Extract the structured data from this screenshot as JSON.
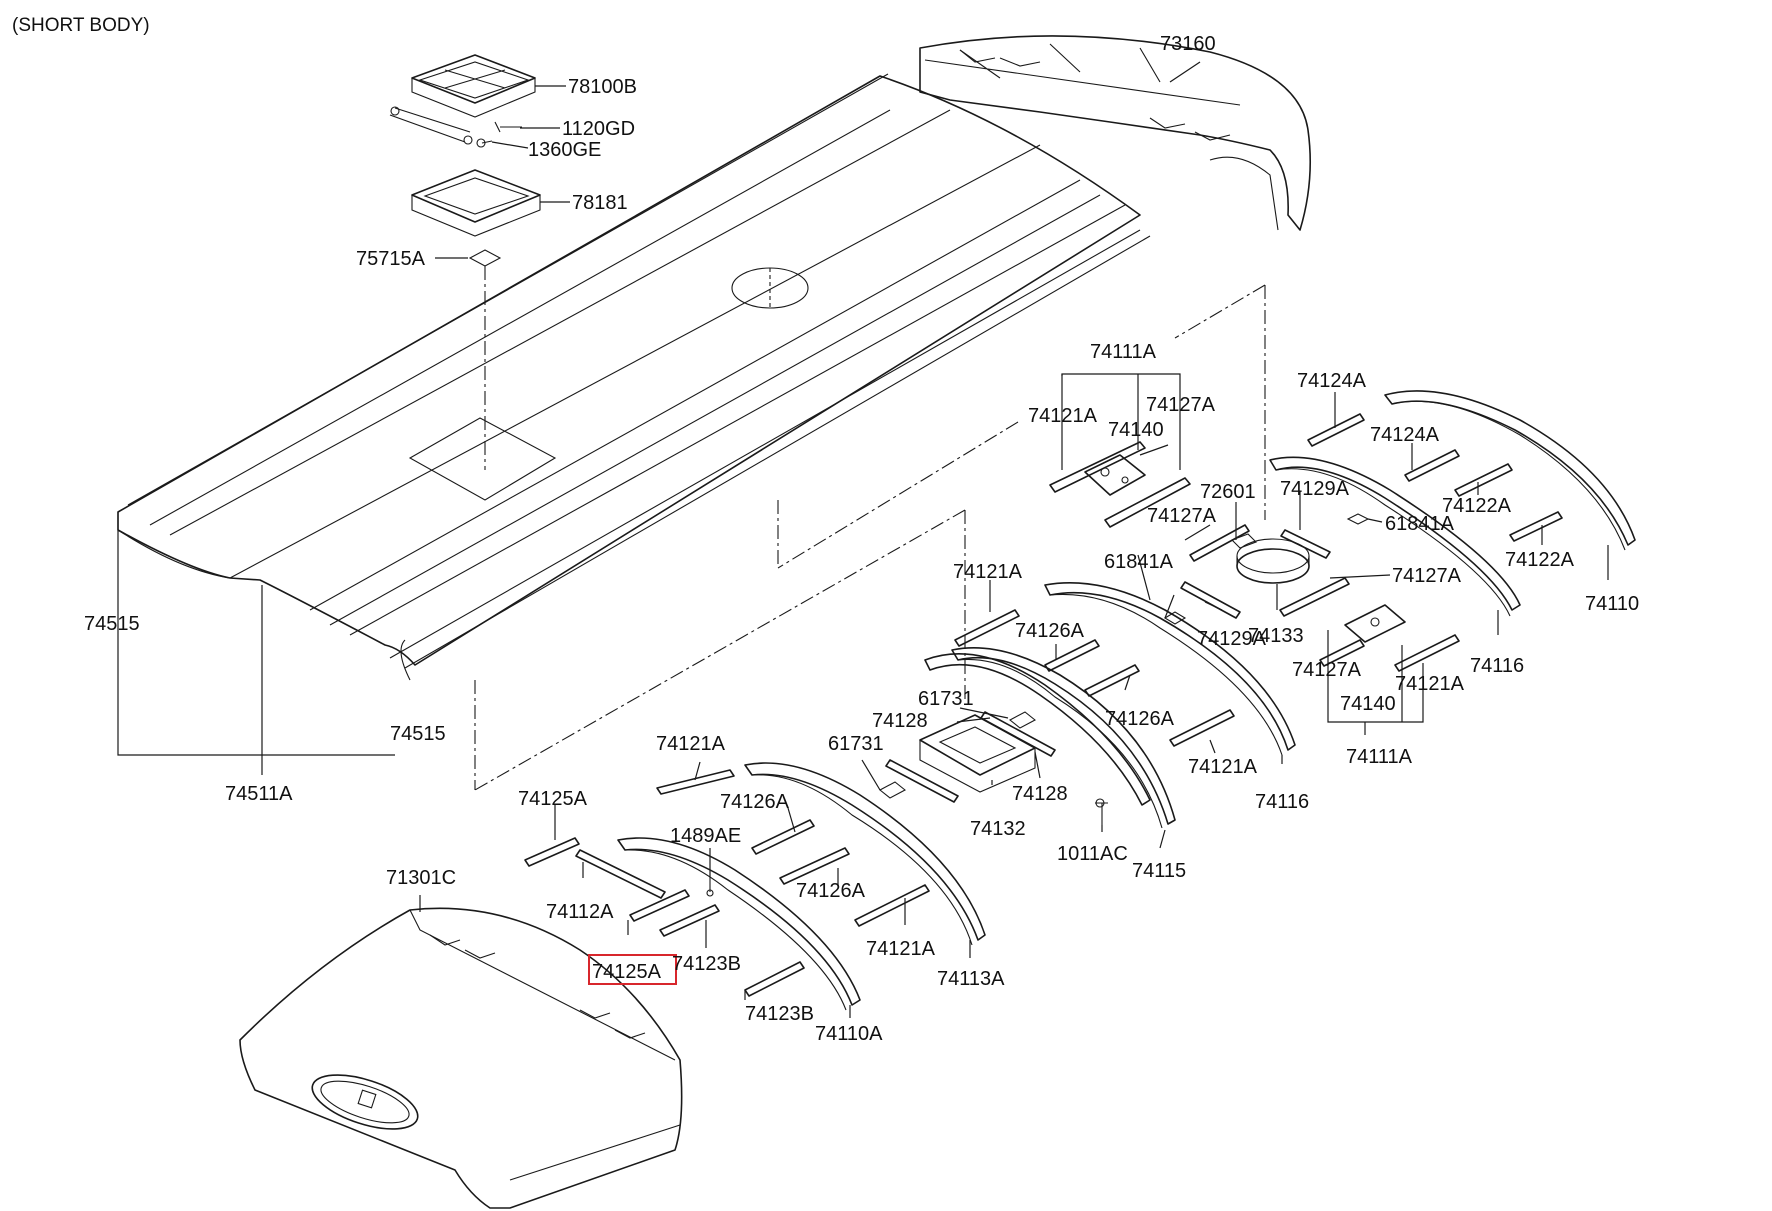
{
  "header": "(SHORT BODY)",
  "highlight_color": "#d8262c",
  "parts": {
    "p73160": "73160",
    "p78100B": "78100B",
    "p1120GD": "1120GD",
    "p1360GE": "1360GE",
    "p78181": "78181",
    "p75715A": "75715A",
    "p74111A_top": "74111A",
    "p74121A_a": "74121A",
    "p74127A_a": "74127A",
    "p74140_a": "74140",
    "p74124A_a": "74124A",
    "p74124A_b": "74124A",
    "p72601": "72601",
    "p74129A_a": "74129A",
    "p74122A_a": "74122A",
    "p74127A_b": "74127A",
    "p61841A_a": "61841A",
    "p61841A_b": "61841A",
    "p74122A_b": "74122A",
    "p74110": "74110",
    "p74127A_c": "74127A",
    "p74121A_b": "74121A",
    "p74133": "74133",
    "p74129A_b": "74129A",
    "p74126A_a": "74126A",
    "p74116_a": "74116",
    "p74127A_d": "74127A",
    "p74121A_c": "74121A",
    "p74140_b": "74140",
    "p74111A_bottom": "74111A",
    "p74515_a": "74515",
    "p74515_b": "74515",
    "p74511A": "74511A",
    "p61731_a": "61731",
    "p74128_a": "74128",
    "p74126A_b": "74126A",
    "p74121A_d": "74121A",
    "p74116_b": "74116",
    "p61731_b": "61731",
    "p74121A_e": "74121A",
    "p74128_b": "74128",
    "p74132": "74132",
    "p1011AC": "1011AC",
    "p74115": "74115",
    "p74125A_a": "74125A",
    "p74126A_c": "74126A",
    "p1489AE": "1489AE",
    "p74126A_d": "74126A",
    "p71301C": "71301C",
    "p74112A": "74112A",
    "p74121A_f": "74121A",
    "p74125A_highlight": "74125A",
    "p74123B_a": "74123B",
    "p74113A": "74113A",
    "p74123B_b": "74123B",
    "p74110A": "74110A"
  }
}
